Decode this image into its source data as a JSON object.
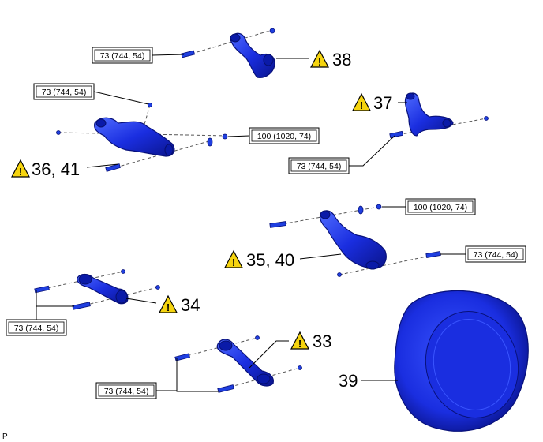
{
  "diagram": {
    "torque_labels": {
      "t38": "73 (744, 54)",
      "t36_top": "73 (744, 54)",
      "t36_right": "100 (1020, 74)",
      "t37": "73 (744, 54)",
      "t35_top": "100 (1020, 74)",
      "t35_right": "73 (744, 54)",
      "t34": "73 (744, 54)",
      "t33": "73 (744, 54)"
    },
    "callouts": {
      "c38": "38",
      "c37": "37",
      "c36": "36, 41",
      "c35": "35, 40",
      "c34": "34",
      "c33": "33",
      "c39": "39"
    },
    "figure_mark": "P",
    "colors": {
      "part_blue": "#1a2ee0",
      "part_dark": "#0a1aa8",
      "warning_yellow": "#f5d40f"
    }
  }
}
